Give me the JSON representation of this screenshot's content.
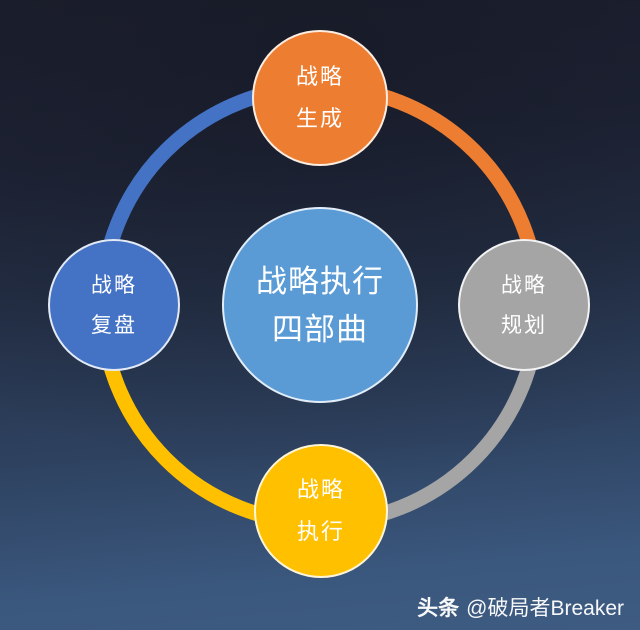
{
  "background": {
    "top_color": "#1c1f2e",
    "bottom_color": "#3e5b81"
  },
  "center": {
    "line1": "战略执行",
    "line2": "四部曲",
    "color": "#5b9bd5"
  },
  "nodes": [
    {
      "id": "generation",
      "line1": "战略",
      "line2": "生成",
      "color": "#ed7d31",
      "position": "top"
    },
    {
      "id": "planning",
      "line1": "战略",
      "line2": "规划",
      "color": "#a5a5a5",
      "position": "right"
    },
    {
      "id": "execution",
      "line1": "战略",
      "line2": "执行",
      "color": "#ffc000",
      "position": "bottom"
    },
    {
      "id": "review",
      "line1": "战略",
      "line2": "复盘",
      "color": "#4472c4",
      "position": "left"
    }
  ],
  "arcs": [
    {
      "id": "arc-top-right",
      "color": "#ed7d31"
    },
    {
      "id": "arc-bottom-right",
      "color": "#a5a5a5"
    },
    {
      "id": "arc-bottom-left",
      "color": "#ffc000"
    },
    {
      "id": "arc-top-left",
      "color": "#4472c4"
    }
  ],
  "watermark": {
    "brand": "头条",
    "handle": "@破局者Breaker"
  }
}
